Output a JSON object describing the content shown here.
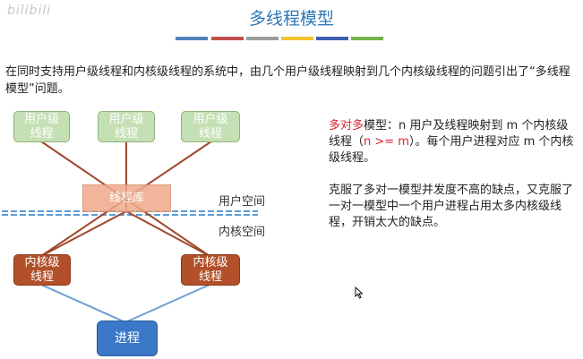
{
  "watermark": "bilibili",
  "title": "多线程模型",
  "title_bar_colors": [
    "#4f81bd",
    "#c0504d",
    "#9b9b9b",
    "#f2c12e",
    "#3f5fb0",
    "#77b24d"
  ],
  "intro": "在同时支持用户级线程和内核级线程的系统中，由几个用户级线程映射到几个内核级线程的问题引出了“多线程模型”问题。",
  "diagram": {
    "user_threads": [
      "用户级\n线程",
      "用户级\n线程",
      "用户级\n线程"
    ],
    "thread_library": "线程库",
    "user_space_label": "用户空间",
    "kernel_space_label": "内核空间",
    "kernel_threads": [
      "内核级\n线程",
      "内核级\n线程"
    ],
    "process": "进程",
    "colors": {
      "user_fill": "#c5e0b4",
      "kernel_fill": "#b1502a",
      "process_fill": "#3c78c8",
      "library_fill": "#eea98a",
      "mapping_line": "#a0472a",
      "process_line": "#6a9fd4",
      "divider": "#5b9bd5"
    }
  },
  "model": {
    "name": "多对多",
    "desc_a": "模型：n 用户及线程映射到 m 个内核级线程（",
    "highlight": "n >= m",
    "desc_b": "）。每个用户进程对应 m 个内核级线程。"
  },
  "summary": "克服了多对一模型并发度不高的缺点，又克服了一对一模型中一个用户进程占用太多内核级线程，开销太大的缺点。",
  "icons": [
    "mouse-pointer-icon"
  ]
}
